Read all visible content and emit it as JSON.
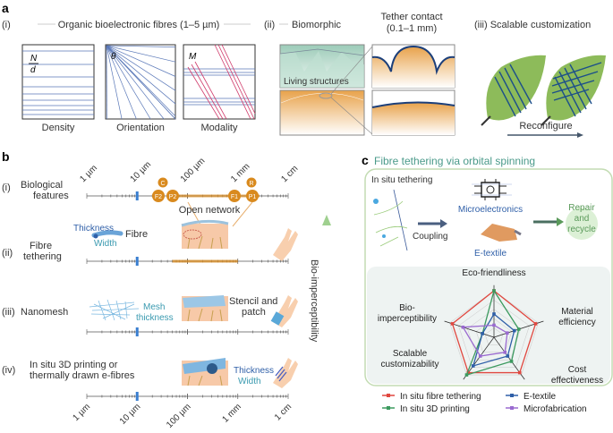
{
  "panel_a": {
    "label": "a",
    "i_marker": "(i)",
    "i_title": "Organic bioelectronic fibres (1–5 µm)",
    "ii_marker": "(ii)",
    "ii_title": "Biomorphic",
    "tether_line1": "Tether contact",
    "tether_line2": "(0.1–1 mm)",
    "iii_title": "(iii) Scalable customization",
    "density_symbol_n": "N",
    "density_symbol_d": "d",
    "orientation_symbol": "θ",
    "modality_symbol": "M",
    "density": "Density",
    "orientation": "Orientation",
    "modality": "Modality",
    "living_structures": "Living structures",
    "reconfigure": "Reconfigure"
  },
  "panel_b": {
    "label": "b",
    "scale_ticks": [
      "1 µm",
      "10 µm",
      "100 µm",
      "1 mm",
      "1 cm"
    ],
    "rows": [
      {
        "marker": "(i)",
        "line1": "Biological",
        "line2": "features"
      },
      {
        "marker": "(ii)",
        "line1": "Fibre",
        "line2": "tethering"
      },
      {
        "marker": "(iii)",
        "line1": "Nanomesh",
        "line2": ""
      },
      {
        "marker": "(iv)",
        "line1": "In situ 3D printing or",
        "line2": "thermally drawn e-fibres"
      }
    ],
    "markers": {
      "c": "C",
      "r": "R",
      "f2": "F2",
      "p2": "P2",
      "f1": "F1",
      "p1": "P1"
    },
    "open_network": "Open network",
    "thickness": "Thickness",
    "width": "Width",
    "fibre": "Fibre",
    "mesh1": "Mesh",
    "mesh2": "thickness",
    "stencil1": "Stencil and",
    "stencil2": "patch",
    "thickness_iv": "Thickness",
    "width_iv": "Width",
    "bio_imperceptibility": "Bio-imperceptibility"
  },
  "panel_c": {
    "label": "c",
    "title": "Fibre tethering via orbital spinning",
    "in_situ": "In situ tethering",
    "coupling": "Coupling",
    "microelectronics": "Microelectronics",
    "etextile": "E-textile",
    "repair1": "Repair",
    "repair2": "and",
    "repair3": "recycle"
  },
  "chart_data": {
    "type": "radar",
    "axes": [
      "Eco-friendliness",
      "Material efficiency",
      "Cost effectiveness",
      "Scalable customizability",
      "Bio-imperceptibility"
    ],
    "axis_label_lines": [
      [
        "Eco-friendliness"
      ],
      [
        "Material",
        "efficiency"
      ],
      [
        "Cost",
        "effectiveness"
      ],
      [
        "Scalable",
        "customizability"
      ],
      [
        "Bio-",
        "imperceptibility"
      ]
    ],
    "range": [
      0,
      5
    ],
    "series": [
      {
        "name": "In situ fibre tethering",
        "color": "#e0473f",
        "values": [
          5,
          4.7,
          4.7,
          4.7,
          4.7
        ]
      },
      {
        "name": "In situ 3D printing",
        "color": "#3c9a5f",
        "values": [
          5,
          2.8,
          3.2,
          5,
          1.3
        ]
      },
      {
        "name": "E-textile",
        "color": "#2f5fa8",
        "values": [
          2.5,
          2.3,
          2.5,
          3.8,
          1.3
        ]
      },
      {
        "name": "Microfabrication",
        "color": "#9a6ad0",
        "values": [
          1.3,
          1.5,
          2.0,
          2.5,
          3.5
        ]
      }
    ]
  },
  "colors": {
    "fibre_blue": "#2f5fa8",
    "orange": "#d98a1e",
    "teal": "#3a9ab0",
    "green_frame": "#b9d6a8"
  }
}
